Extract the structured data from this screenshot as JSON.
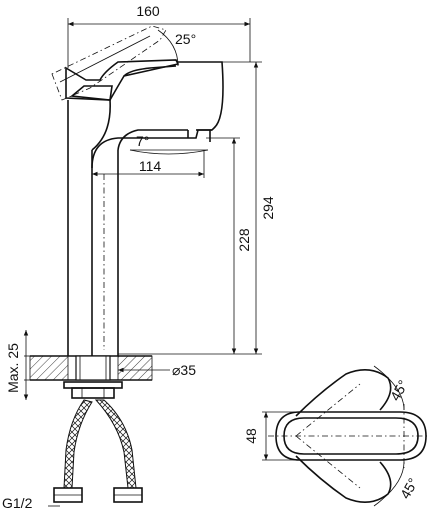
{
  "dimensions": {
    "width_top": "160",
    "handle_angle": "25°",
    "spout_angle": "7°",
    "spout_reach": "114",
    "height_total": "294",
    "height_body": "228",
    "max_deck": "Max. 25",
    "hole_diameter": "⌀35",
    "thread": "G1/2",
    "handle_width": "48",
    "rotate_angle_top": "45°",
    "rotate_angle_bottom": "45°"
  }
}
